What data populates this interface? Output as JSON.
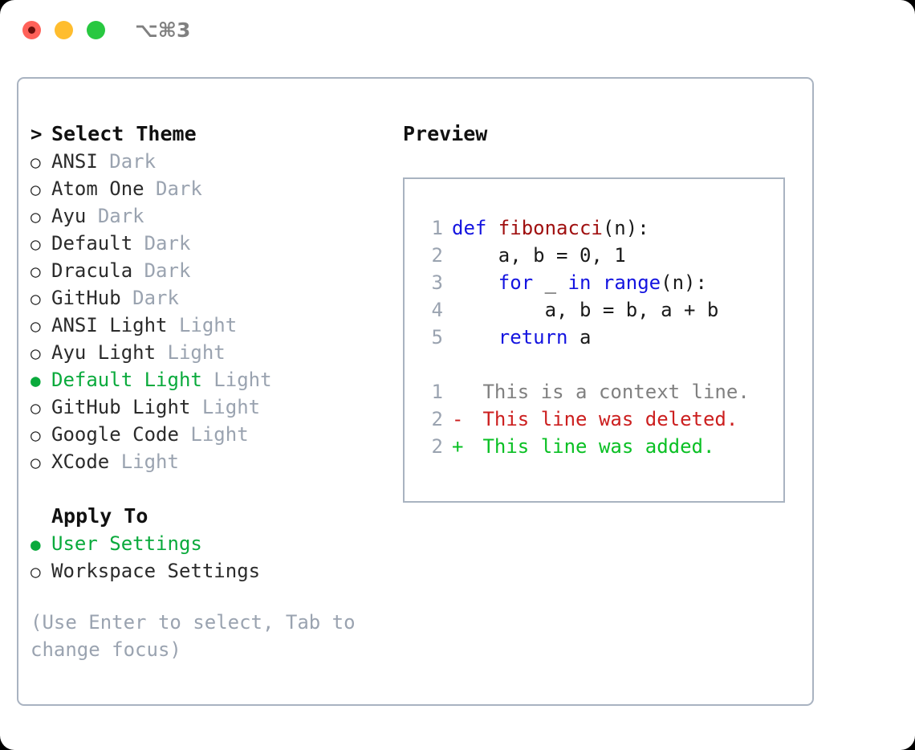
{
  "window": {
    "shortcut_label": "⌥⌘3",
    "traffic_lights": [
      "close",
      "minimize",
      "maximize"
    ]
  },
  "theme_list": {
    "header_marker": ">",
    "header_label": "Select Theme",
    "bullet_empty": "○",
    "bullet_filled": "●",
    "items": [
      {
        "marker": "○",
        "name": "ANSI",
        "category": "Dark",
        "selected": false
      },
      {
        "marker": "○",
        "name": "Atom One",
        "category": "Dark",
        "selected": false
      },
      {
        "marker": "○",
        "name": "Ayu",
        "category": "Dark",
        "selected": false
      },
      {
        "marker": "○",
        "name": "Default",
        "category": "Dark",
        "selected": false
      },
      {
        "marker": "○",
        "name": "Dracula",
        "category": "Dark",
        "selected": false
      },
      {
        "marker": "○",
        "name": "GitHub",
        "category": "Dark",
        "selected": false
      },
      {
        "marker": "○",
        "name": "ANSI Light",
        "category": "Light",
        "selected": false
      },
      {
        "marker": "○",
        "name": "Ayu Light",
        "category": "Light",
        "selected": false
      },
      {
        "marker": "●",
        "name": "Default Light",
        "category": "Light",
        "selected": true
      },
      {
        "marker": "○",
        "name": "GitHub Light",
        "category": "Light",
        "selected": false
      },
      {
        "marker": "○",
        "name": "Google Code",
        "category": "Light",
        "selected": false
      },
      {
        "marker": "○",
        "name": "XCode",
        "category": "Light",
        "selected": false
      }
    ]
  },
  "apply_to": {
    "header_label": "Apply To",
    "options": [
      {
        "marker": "●",
        "label": "User Settings",
        "selected": true
      },
      {
        "marker": "○",
        "label": "Workspace Settings",
        "selected": false
      }
    ]
  },
  "hint": {
    "text": "(Use Enter to select, Tab to change focus)"
  },
  "preview": {
    "label": "Preview",
    "code_lines": [
      {
        "number": "1",
        "tokens": [
          {
            "text": "def ",
            "type": "keyword"
          },
          {
            "text": "fibonacci",
            "type": "function"
          },
          {
            "text": "(n):",
            "type": "plain"
          }
        ]
      },
      {
        "number": "2",
        "tokens": [
          {
            "text": "    a, b = 0, 1",
            "type": "plain"
          }
        ]
      },
      {
        "number": "3",
        "tokens": [
          {
            "text": "    ",
            "type": "plain"
          },
          {
            "text": "for",
            "type": "keyword"
          },
          {
            "text": " _ ",
            "type": "plain"
          },
          {
            "text": "in",
            "type": "keyword"
          },
          {
            "text": " ",
            "type": "plain"
          },
          {
            "text": "range",
            "type": "builtin"
          },
          {
            "text": "(n):",
            "type": "plain"
          }
        ]
      },
      {
        "number": "4",
        "tokens": [
          {
            "text": "        a, b = b, a + b",
            "type": "plain"
          }
        ]
      },
      {
        "number": "5",
        "tokens": [
          {
            "text": "    ",
            "type": "plain"
          },
          {
            "text": "return",
            "type": "keyword"
          },
          {
            "text": " a",
            "type": "plain"
          }
        ]
      }
    ],
    "diff_lines": [
      {
        "number": "1",
        "sign": " ",
        "text": " This is a context line.",
        "kind": "context"
      },
      {
        "number": "2",
        "sign": "-",
        "text": " This line was deleted.",
        "kind": "deleted"
      },
      {
        "number": "2",
        "sign": "+",
        "text": " This line was added.",
        "kind": "added"
      }
    ]
  },
  "colors": {
    "selected_green": "#0aaa3c",
    "muted_blue_gray": "#9aa3b0",
    "border": "#a9b3c1",
    "keyword_blue": "#1414e0",
    "function_red": "#a01010",
    "diff_delete_red": "#cc1f1f",
    "diff_add_green": "#0ac024",
    "context_gray": "#808080"
  }
}
